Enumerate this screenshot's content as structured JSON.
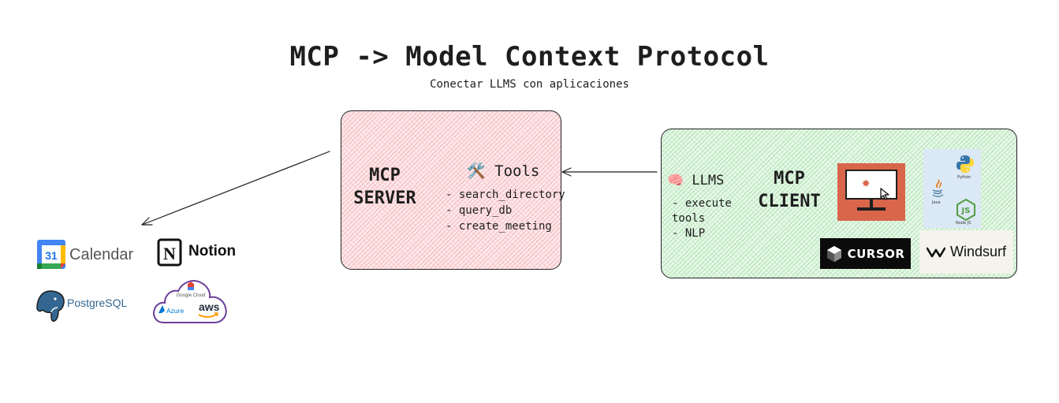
{
  "title": "MCP -> Model Context Protocol",
  "subtitle": "Conectar LLMS con aplicaciones",
  "server": {
    "label_line1": "MCP",
    "label_line2": "SERVER",
    "tools_icon": "🛠️",
    "tools_title": "Tools",
    "tools": [
      "- search_directory",
      "- query_db",
      "- create_meeting"
    ],
    "fill_color": "#fde9ea"
  },
  "client": {
    "label_line1": "MCP",
    "label_line2": "CLIENT",
    "llms_icon": "🧠",
    "llms_title": "LLMS",
    "llms_items": [
      "- execute",
      "tools",
      "- NLP"
    ],
    "fill_color": "#e7f8e8"
  },
  "client_logos": {
    "monitor_icon": "claude-desktop-monitor-icon",
    "languages": {
      "python": "Python",
      "java": "Java",
      "node": "Node JS"
    },
    "cursor": "CURSOR",
    "windsurf": "Windsurf"
  },
  "apps": {
    "calendar_number": "31",
    "calendar": "Calendar",
    "notion_letter": "N",
    "notion": "Notion",
    "postgres": "PostgreSQL",
    "cloud": {
      "google": "Google Cloud",
      "azure": "Azure",
      "aws": "aws"
    }
  },
  "colors": {
    "monitor": "#d9654b",
    "cursor_bg": "#0b0b0b",
    "windsurf_bg": "#f4f3ec",
    "postgres": "#336791"
  }
}
